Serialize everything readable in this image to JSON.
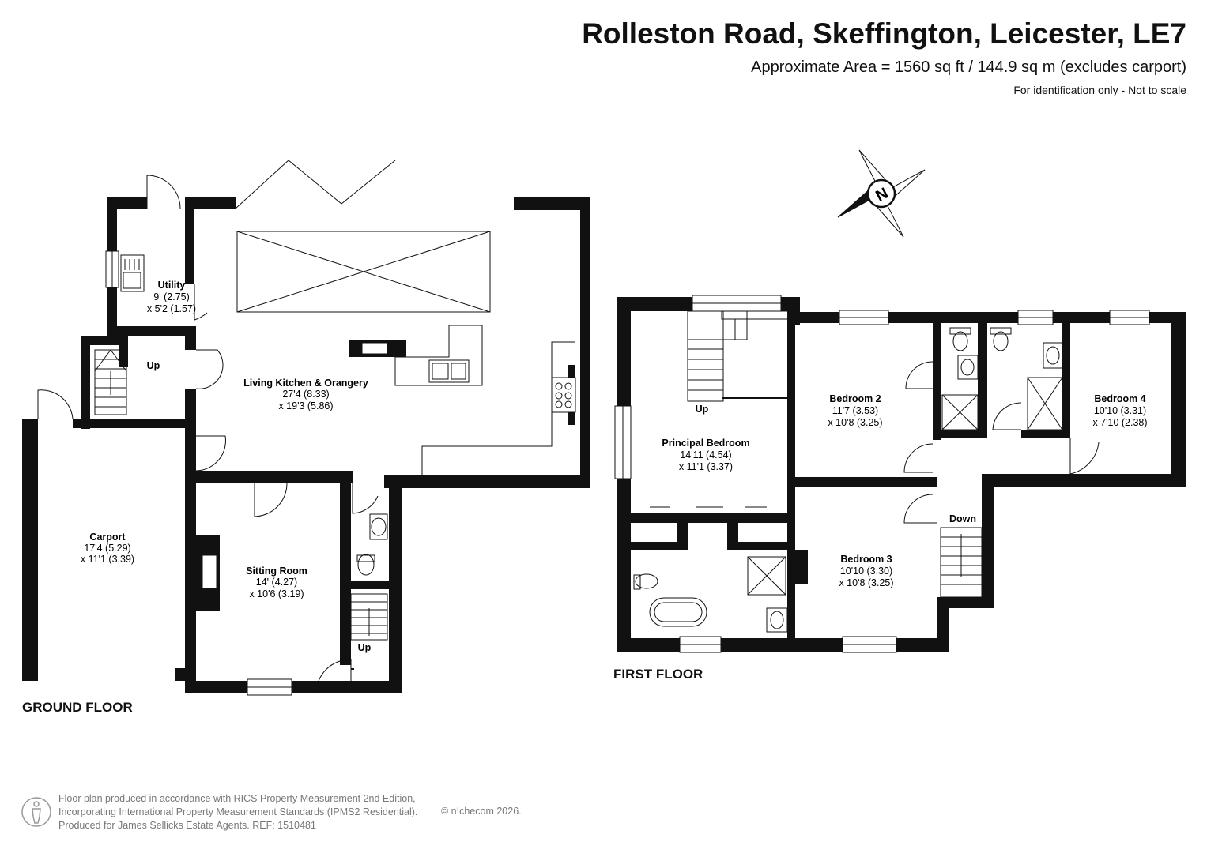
{
  "header": {
    "title": "Rolleston Road, Skeffington, Leicester, LE7",
    "area": "Approximate Area = 1560 sq ft / 144.9 sq m (excludes carport)",
    "note": "For identification only - Not to scale"
  },
  "compass": {
    "label": "N"
  },
  "floors": {
    "ground": "GROUND FLOOR",
    "first": "FIRST FLOOR"
  },
  "rooms": {
    "utility": {
      "name": "Utility",
      "dim1": "9' (2.75)",
      "dim2": "x 5'2 (1.57)"
    },
    "kitchen": {
      "name": "Living Kitchen & Orangery",
      "dim1": "27'4 (8.33)",
      "dim2": "x 19'3 (5.86)"
    },
    "carport": {
      "name": "Carport",
      "dim1": "17'4 (5.29)",
      "dim2": "x 11'1 (3.39)"
    },
    "sitting": {
      "name": "Sitting Room",
      "dim1": "14' (4.27)",
      "dim2": "x 10'6 (3.19)"
    },
    "principal": {
      "name": "Principal Bedroom",
      "dim1": "14'11 (4.54)",
      "dim2": "x 11'1 (3.37)"
    },
    "bedroom2": {
      "name": "Bedroom 2",
      "dim1": "11'7 (3.53)",
      "dim2": "x 10'8 (3.25)"
    },
    "bedroom3": {
      "name": "Bedroom 3",
      "dim1": "10'10 (3.30)",
      "dim2": "x 10'8 (3.25)"
    },
    "bedroom4": {
      "name": "Bedroom 4",
      "dim1": "10'10 (3.31)",
      "dim2": "x 7'10 (2.38)"
    }
  },
  "stairs": {
    "up1": "Up",
    "up2": "Up",
    "up3": "Up",
    "down": "Down"
  },
  "footer": {
    "line1": "Floor plan produced in accordance with RICS Property Measurement 2nd Edition,",
    "line2": "Incorporating International Property Measurement Standards (IPMS2 Residential).",
    "line3": "Produced for James Sellicks Estate Agents.   REF: 1510481",
    "copyright": "© n!checom 2026."
  }
}
